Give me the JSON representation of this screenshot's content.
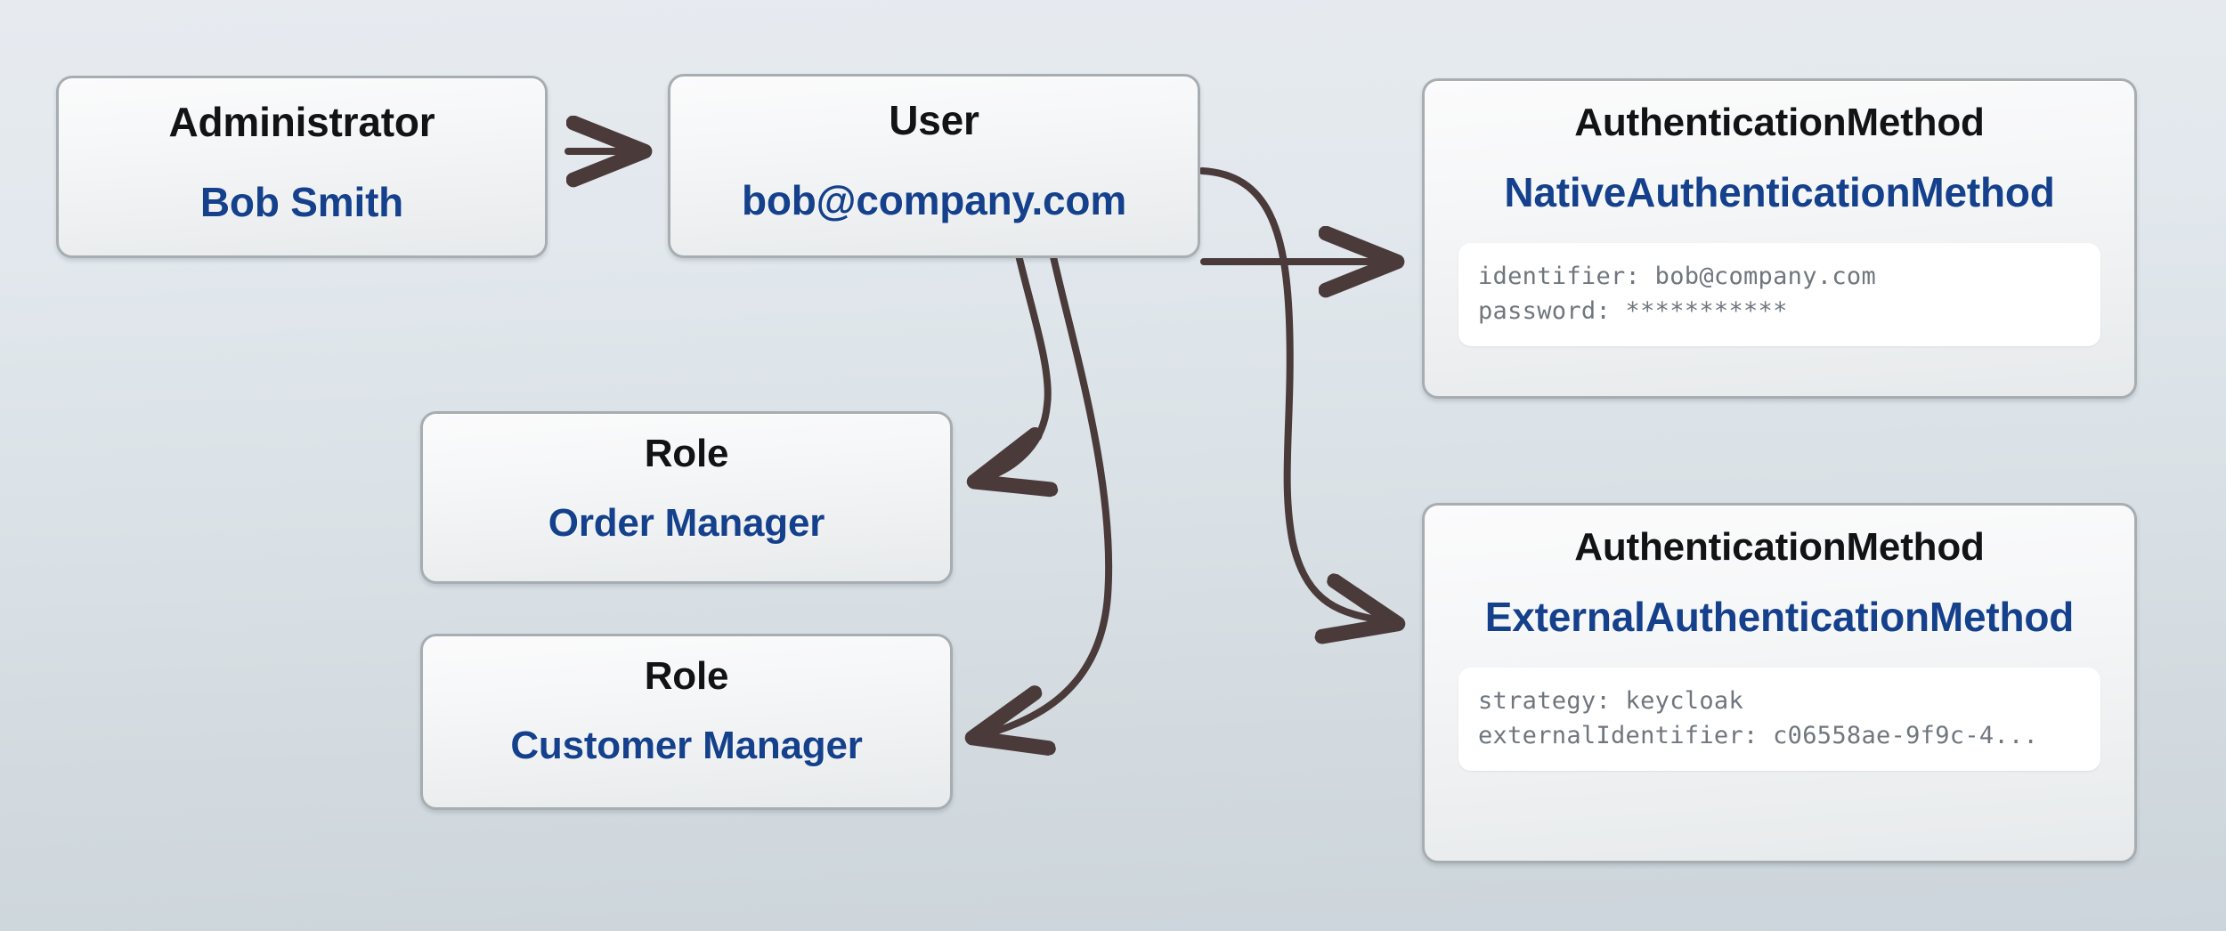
{
  "theme": {
    "background_top": "#e7ebf0",
    "background_bottom": "#ccd5db",
    "node_border": "#a7adb1",
    "node_fill": "#f4f6f7",
    "type_text_color": "#111315",
    "name_text_color": "#14408c",
    "edge_color": "#4a3a3a",
    "detail_panel_background": "#ffffff",
    "detail_text_color": "#6f767e"
  },
  "nodes": {
    "administrator": {
      "type": "Administrator",
      "name": "Bob Smith"
    },
    "user": {
      "type": "User",
      "name": "bob@company.com"
    },
    "role_order": {
      "type": "Role",
      "name": "Order Manager"
    },
    "role_customer": {
      "type": "Role",
      "name": "Customer Manager"
    },
    "auth_native": {
      "type": "AuthenticationMethod",
      "name": "NativeAuthenticationMethod",
      "details": [
        "identifier: bob@company.com",
        "password: ***********"
      ]
    },
    "auth_external": {
      "type": "AuthenticationMethod",
      "name": "ExternalAuthenticationMethod",
      "details": [
        "strategy: keycloak",
        "externalIdentifier: c06558ae-9f9c-4..."
      ]
    }
  },
  "edges": [
    {
      "id": "administrator-to-user",
      "from": "administrator",
      "to": "user",
      "style": "straight"
    },
    {
      "id": "user-to-auth-native",
      "from": "user",
      "to": "auth_native",
      "style": "straight"
    },
    {
      "id": "user-to-auth-external",
      "from": "user",
      "to": "auth_external",
      "style": "curved"
    },
    {
      "id": "user-to-role-order",
      "from": "user",
      "to": "role_order",
      "style": "curved"
    },
    {
      "id": "user-to-role-customer",
      "from": "user",
      "to": "role_customer",
      "style": "curved"
    }
  ]
}
